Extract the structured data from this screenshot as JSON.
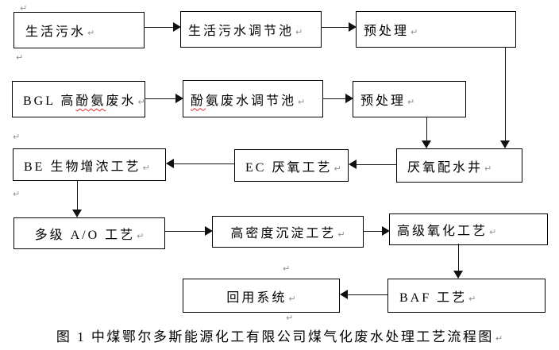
{
  "diagram": {
    "caption": "图 1 中煤鄂尔多斯能源化工有限公司煤气化废水处理工艺流程图",
    "return_mark": "↵",
    "colors": {
      "background": "#ffffff",
      "box_border": "#000000",
      "text": "#000000",
      "arrow": "#111111",
      "spellcheck_underline": "#e03030",
      "paragraph_mark": "#8f8f8f"
    },
    "boxes": [
      {
        "id": "domestic-sewage",
        "label": "生活污水"
      },
      {
        "id": "domestic-sewage-regulating-tank",
        "label": "生活污水调节池"
      },
      {
        "id": "pretreatment-1",
        "label": "预处理"
      },
      {
        "id": "bgl-high-phenol-ammonia-wastewater",
        "label": "BGL 高酚氨废水",
        "pre": "BGL 高",
        "wavy": "酚氨",
        "post": "废水"
      },
      {
        "id": "phenol-ammonia-regulating-tank",
        "label": "酚氨废水调节池",
        "pre": "",
        "wavy": "酚",
        "post": "氨废水调节池"
      },
      {
        "id": "pretreatment-2",
        "label": "预处理"
      },
      {
        "id": "be-bio-concentration-process",
        "label": "BE 生物增浓工艺"
      },
      {
        "id": "ec-anaerobic-process",
        "label": "EC 厌氧工艺"
      },
      {
        "id": "anaerobic-distribution-well",
        "label": "厌氧配水井"
      },
      {
        "id": "multistage-ao-process",
        "label": "多级 A/O 工艺"
      },
      {
        "id": "high-density-sedimentation",
        "label": "高密度沉淀工艺"
      },
      {
        "id": "advanced-oxidation-process",
        "label": "高级氧化工艺"
      },
      {
        "id": "reuse-system",
        "label": "回用系统"
      },
      {
        "id": "baf-process",
        "label": "BAF 工艺"
      }
    ],
    "edges": [
      {
        "from": "domestic-sewage",
        "to": "domestic-sewage-regulating-tank"
      },
      {
        "from": "domestic-sewage-regulating-tank",
        "to": "pretreatment-1"
      },
      {
        "from": "pretreatment-1",
        "to": "anaerobic-distribution-well"
      },
      {
        "from": "bgl-high-phenol-ammonia-wastewater",
        "to": "phenol-ammonia-regulating-tank"
      },
      {
        "from": "phenol-ammonia-regulating-tank",
        "to": "pretreatment-2"
      },
      {
        "from": "pretreatment-2",
        "to": "anaerobic-distribution-well"
      },
      {
        "from": "anaerobic-distribution-well",
        "to": "ec-anaerobic-process"
      },
      {
        "from": "ec-anaerobic-process",
        "to": "be-bio-concentration-process"
      },
      {
        "from": "be-bio-concentration-process",
        "to": "multistage-ao-process"
      },
      {
        "from": "multistage-ao-process",
        "to": "high-density-sedimentation"
      },
      {
        "from": "high-density-sedimentation",
        "to": "advanced-oxidation-process"
      },
      {
        "from": "advanced-oxidation-process",
        "to": "baf-process"
      },
      {
        "from": "baf-process",
        "to": "reuse-system"
      }
    ]
  }
}
